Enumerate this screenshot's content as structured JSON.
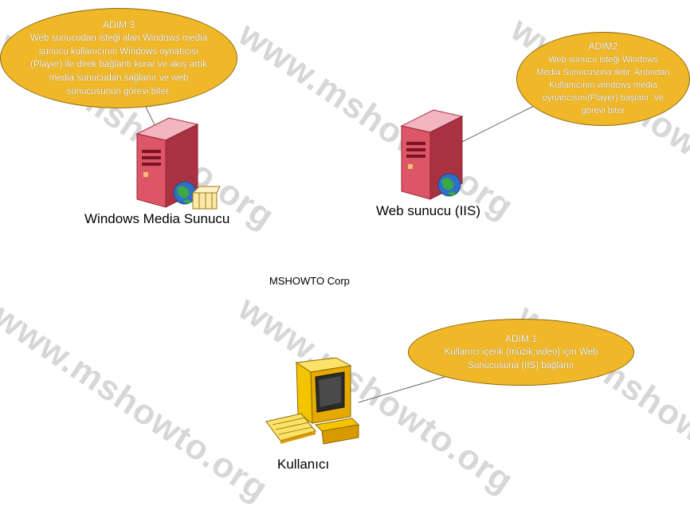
{
  "watermark": "www.mshowto.org",
  "nodes": {
    "wms_label": "Windows Media Sunucu",
    "iis_label": "Web sunucu (IIS)",
    "user_label": "Kullanıcı",
    "corp_label": "MSHOWTO Corp"
  },
  "steps": {
    "step3": {
      "title": "ADIM 3",
      "lines": [
        "Web sunucudan isteği alan Windows media",
        "sunucu kullanıcının Windows oynatıcısı",
        "(Player) ile direk bağlantı kurar ve akış artık",
        "media sunucudan sağlanır ve web",
        "sunucusunun görevi biter."
      ]
    },
    "step2": {
      "title": "ADIM2",
      "lines": [
        "Web sunucu isteği Windows",
        "Media Sunucusuna iletir. Ardından",
        "Kullanıcının windows media",
        "oynatıcısını(Player) başlatır. Ve",
        "görevi biter"
      ]
    },
    "step1": {
      "title": "ADIM 1",
      "lines": [
        "Kullanıcı içerik (müzik,video) için Web",
        "Sunucusuna (IIS) bağlanır"
      ]
    }
  },
  "colors": {
    "bubble_fill": "#f0b829",
    "server_red": "#d84b5a",
    "computer_yellow": "#f5c400",
    "globe_blue": "#2f6fc8",
    "watermark": "#d7d7d7"
  }
}
